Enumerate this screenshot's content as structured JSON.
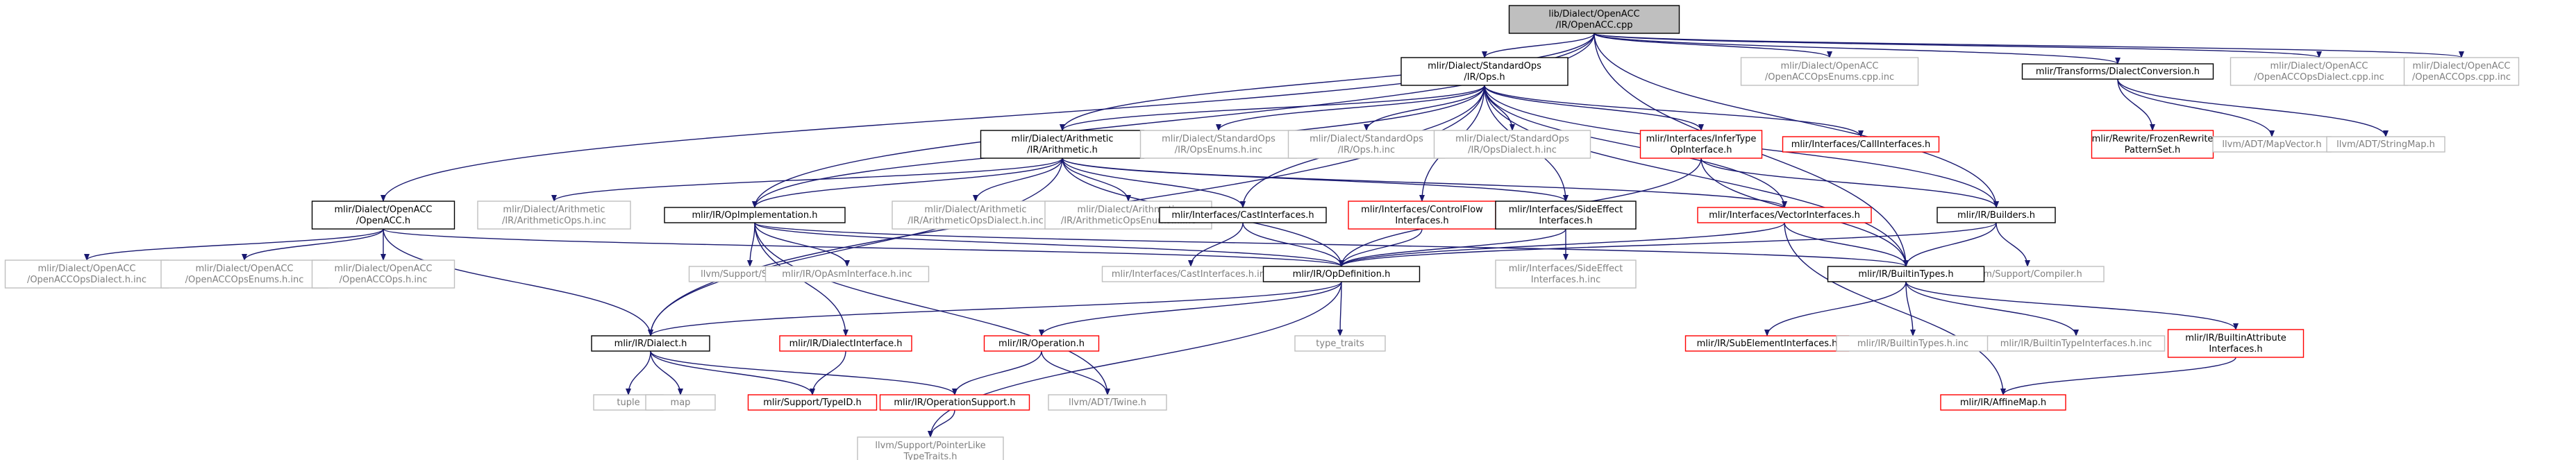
{
  "colors": {
    "edge": "#191970",
    "root_fill": "#bfbfbf",
    "root_border": "#000000",
    "documented_border": "#000000",
    "documented_text": "#000000",
    "missing_border": "#ff0000",
    "missing_text": "#000000",
    "system_border": "#bfbfbf",
    "system_text": "#7f7f7f"
  },
  "nodes": [
    {
      "id": "root",
      "lines": [
        "lib/Dialect/OpenACC",
        "/IR/OpenACC.cpp"
      ],
      "kind": "root"
    },
    {
      "id": "stdops",
      "lines": [
        "mlir/Dialect/StandardOps",
        "/IR/Ops.h"
      ],
      "kind": "doc"
    },
    {
      "id": "accenumscpp",
      "lines": [
        "mlir/Dialect/OpenACC",
        "/OpenACCOpsEnums.cpp.inc"
      ],
      "kind": "sys"
    },
    {
      "id": "dialconv",
      "lines": [
        "mlir/Transforms/DialectConversion.h"
      ],
      "kind": "doc"
    },
    {
      "id": "accdialcpp",
      "lines": [
        "mlir/Dialect/OpenACC",
        "/OpenACCOpsDialect.cpp.inc"
      ],
      "kind": "sys"
    },
    {
      "id": "accopscpp",
      "lines": [
        "mlir/Dialect/OpenACC",
        "/OpenACCOps.cpp.inc"
      ],
      "kind": "sys"
    },
    {
      "id": "arith",
      "lines": [
        "mlir/Dialect/Arithmetic",
        "/IR/Arithmetic.h"
      ],
      "kind": "doc"
    },
    {
      "id": "stdenums",
      "lines": [
        "mlir/Dialect/StandardOps",
        "/IR/OpsEnums.h.inc"
      ],
      "kind": "sys"
    },
    {
      "id": "stdopsinc",
      "lines": [
        "mlir/Dialect/StandardOps",
        "/IR/Ops.h.inc"
      ],
      "kind": "sys"
    },
    {
      "id": "stddialinc",
      "lines": [
        "mlir/Dialect/StandardOps",
        "/IR/OpsDialect.h.inc"
      ],
      "kind": "sys"
    },
    {
      "id": "infertype",
      "lines": [
        "mlir/Interfaces/InferType",
        "OpInterface.h"
      ],
      "kind": "miss"
    },
    {
      "id": "callif",
      "lines": [
        "mlir/Interfaces/CallInterfaces.h"
      ],
      "kind": "miss"
    },
    {
      "id": "frozen",
      "lines": [
        "mlir/Rewrite/FrozenRewrite",
        "PatternSet.h"
      ],
      "kind": "miss"
    },
    {
      "id": "mapvector",
      "lines": [
        "llvm/ADT/MapVector.h"
      ],
      "kind": "sys"
    },
    {
      "id": "stringmap",
      "lines": [
        "llvm/ADT/StringMap.h"
      ],
      "kind": "sys"
    },
    {
      "id": "accH",
      "lines": [
        "mlir/Dialect/OpenACC",
        "/OpenACC.h"
      ],
      "kind": "doc"
    },
    {
      "id": "aritops",
      "lines": [
        "mlir/Dialect/Arithmetic",
        "/IR/ArithmeticOps.h.inc"
      ],
      "kind": "sys"
    },
    {
      "id": "opimpl",
      "lines": [
        "mlir/IR/OpImplementation.h"
      ],
      "kind": "doc"
    },
    {
      "id": "aritdial",
      "lines": [
        "mlir/Dialect/Arithmetic",
        "/IR/ArithmeticOpsDialect.h.inc"
      ],
      "kind": "sys"
    },
    {
      "id": "aritenums",
      "lines": [
        "mlir/Dialect/Arithmetic",
        "/IR/ArithmeticOpsEnums.h.inc"
      ],
      "kind": "sys"
    },
    {
      "id": "castif",
      "lines": [
        "mlir/Interfaces/CastInterfaces.h"
      ],
      "kind": "doc"
    },
    {
      "id": "ctrlflow",
      "lines": [
        "mlir/Interfaces/ControlFlow",
        "Interfaces.h"
      ],
      "kind": "miss"
    },
    {
      "id": "sideeff",
      "lines": [
        "mlir/Interfaces/SideEffect",
        "Interfaces.h"
      ],
      "kind": "doc"
    },
    {
      "id": "vecif",
      "lines": [
        "mlir/Interfaces/VectorInterfaces.h"
      ],
      "kind": "miss"
    },
    {
      "id": "builders",
      "lines": [
        "mlir/IR/Builders.h"
      ],
      "kind": "doc"
    },
    {
      "id": "accdialh",
      "lines": [
        "mlir/Dialect/OpenACC",
        "/OpenACCOpsDialect.h.inc"
      ],
      "kind": "sys"
    },
    {
      "id": "accenumsh",
      "lines": [
        "mlir/Dialect/OpenACC",
        "/OpenACCOpsEnums.h.inc"
      ],
      "kind": "sys"
    },
    {
      "id": "accopsh",
      "lines": [
        "mlir/Dialect/OpenACC",
        "/OpenACCOps.h.inc"
      ],
      "kind": "sys"
    },
    {
      "id": "smloc",
      "lines": [
        "llvm/Support/SMLoc.h"
      ],
      "kind": "sys"
    },
    {
      "id": "asmif",
      "lines": [
        "mlir/IR/OpAsmInterface.h.inc"
      ],
      "kind": "sys"
    },
    {
      "id": "castinc",
      "lines": [
        "mlir/Interfaces/CastInterfaces.h.inc"
      ],
      "kind": "sys"
    },
    {
      "id": "opdef",
      "lines": [
        "mlir/IR/OpDefinition.h"
      ],
      "kind": "doc"
    },
    {
      "id": "sideinc",
      "lines": [
        "mlir/Interfaces/SideEffect",
        "Interfaces.h.inc"
      ],
      "kind": "sys"
    },
    {
      "id": "compiler",
      "lines": [
        "llvm/Support/Compiler.h"
      ],
      "kind": "sys"
    },
    {
      "id": "builtintypes",
      "lines": [
        "mlir/IR/BuiltinTypes.h"
      ],
      "kind": "doc"
    },
    {
      "id": "dialect",
      "lines": [
        "mlir/IR/Dialect.h"
      ],
      "kind": "doc"
    },
    {
      "id": "dialif",
      "lines": [
        "mlir/IR/DialectInterface.h"
      ],
      "kind": "miss"
    },
    {
      "id": "operation",
      "lines": [
        "mlir/IR/Operation.h"
      ],
      "kind": "miss"
    },
    {
      "id": "typetraits",
      "lines": [
        "type_traits"
      ],
      "kind": "sys"
    },
    {
      "id": "subelem",
      "lines": [
        "mlir/IR/SubElementInterfaces.h"
      ],
      "kind": "miss"
    },
    {
      "id": "btinc",
      "lines": [
        "mlir/IR/BuiltinTypes.h.inc"
      ],
      "kind": "sys"
    },
    {
      "id": "btif",
      "lines": [
        "mlir/IR/BuiltinTypeInterfaces.h.inc"
      ],
      "kind": "sys"
    },
    {
      "id": "battr",
      "lines": [
        "mlir/IR/BuiltinAttribute",
        "Interfaces.h"
      ],
      "kind": "miss"
    },
    {
      "id": "tuple",
      "lines": [
        "tuple"
      ],
      "kind": "sys"
    },
    {
      "id": "map",
      "lines": [
        "map"
      ],
      "kind": "sys"
    },
    {
      "id": "typeid",
      "lines": [
        "mlir/Support/TypeID.h"
      ],
      "kind": "miss"
    },
    {
      "id": "opsupport",
      "lines": [
        "mlir/IR/OperationSupport.h"
      ],
      "kind": "miss"
    },
    {
      "id": "twine",
      "lines": [
        "llvm/ADT/Twine.h"
      ],
      "kind": "sys"
    },
    {
      "id": "affinemap",
      "lines": [
        "mlir/IR/AffineMap.h"
      ],
      "kind": "miss"
    },
    {
      "id": "ptrlike",
      "lines": [
        "llvm/Support/PointerLike",
        "TypeTraits.h"
      ],
      "kind": "sys"
    }
  ],
  "edges": [
    [
      "root",
      "stdops"
    ],
    [
      "root",
      "accenumscpp"
    ],
    [
      "root",
      "dialconv"
    ],
    [
      "root",
      "accdialcpp"
    ],
    [
      "root",
      "accopscpp"
    ],
    [
      "root",
      "accH"
    ],
    [
      "root",
      "opimpl"
    ],
    [
      "root",
      "arith"
    ],
    [
      "root",
      "builders"
    ],
    [
      "root",
      "builtintypes"
    ],
    [
      "stdops",
      "arith"
    ],
    [
      "stdops",
      "stdenums"
    ],
    [
      "stdops",
      "stdopsinc"
    ],
    [
      "stdops",
      "stddialinc"
    ],
    [
      "stdops",
      "infertype"
    ],
    [
      "stdops",
      "callif"
    ],
    [
      "stdops",
      "castif"
    ],
    [
      "stdops",
      "ctrlflow"
    ],
    [
      "stdops",
      "sideeff"
    ],
    [
      "stdops",
      "vecif"
    ],
    [
      "stdops",
      "opimpl"
    ],
    [
      "stdops",
      "dialect"
    ],
    [
      "stdops",
      "builders"
    ],
    [
      "stdops",
      "builtintypes"
    ],
    [
      "dialconv",
      "frozen"
    ],
    [
      "dialconv",
      "mapvector"
    ],
    [
      "dialconv",
      "stringmap"
    ],
    [
      "arith",
      "aritops"
    ],
    [
      "arith",
      "opimpl"
    ],
    [
      "arith",
      "aritdial"
    ],
    [
      "arith",
      "aritenums"
    ],
    [
      "arith",
      "castif"
    ],
    [
      "arith",
      "sideeff"
    ],
    [
      "arith",
      "vecif"
    ],
    [
      "arith",
      "opdef"
    ],
    [
      "arith",
      "dialect"
    ],
    [
      "accH",
      "accdialh"
    ],
    [
      "accH",
      "accenumsh"
    ],
    [
      "accH",
      "accopsh"
    ],
    [
      "accH",
      "opdef"
    ],
    [
      "accH",
      "dialect"
    ],
    [
      "opimpl",
      "smloc"
    ],
    [
      "opimpl",
      "asmif"
    ],
    [
      "opimpl",
      "opdef"
    ],
    [
      "opimpl",
      "builtintypes"
    ],
    [
      "opimpl",
      "dialif"
    ],
    [
      "opimpl",
      "twine"
    ],
    [
      "castif",
      "castinc"
    ],
    [
      "castif",
      "opdef"
    ],
    [
      "ctrlflow",
      "opdef"
    ],
    [
      "sideeff",
      "opdef"
    ],
    [
      "sideeff",
      "sideinc"
    ],
    [
      "vecif",
      "opdef"
    ],
    [
      "vecif",
      "builtintypes"
    ],
    [
      "vecif",
      "affinemap"
    ],
    [
      "infertype",
      "opdef"
    ],
    [
      "infertype",
      "builders"
    ],
    [
      "infertype",
      "builtintypes"
    ],
    [
      "builders",
      "opdef"
    ],
    [
      "builders",
      "compiler"
    ],
    [
      "builders",
      "builtintypes"
    ],
    [
      "opdef",
      "dialect"
    ],
    [
      "opdef",
      "operation"
    ],
    [
      "opdef",
      "typetraits"
    ],
    [
      "opdef",
      "ptrlike"
    ],
    [
      "builtintypes",
      "subelem"
    ],
    [
      "builtintypes",
      "btinc"
    ],
    [
      "builtintypes",
      "btif"
    ],
    [
      "builtintypes",
      "battr"
    ],
    [
      "battr",
      "affinemap"
    ],
    [
      "dialect",
      "tuple"
    ],
    [
      "dialect",
      "map"
    ],
    [
      "dialect",
      "typeid"
    ],
    [
      "dialect",
      "opsupport"
    ],
    [
      "dialif",
      "typeid"
    ],
    [
      "operation",
      "opsupport"
    ],
    [
      "operation",
      "twine"
    ],
    [
      "opsupport",
      "ptrlike"
    ]
  ]
}
